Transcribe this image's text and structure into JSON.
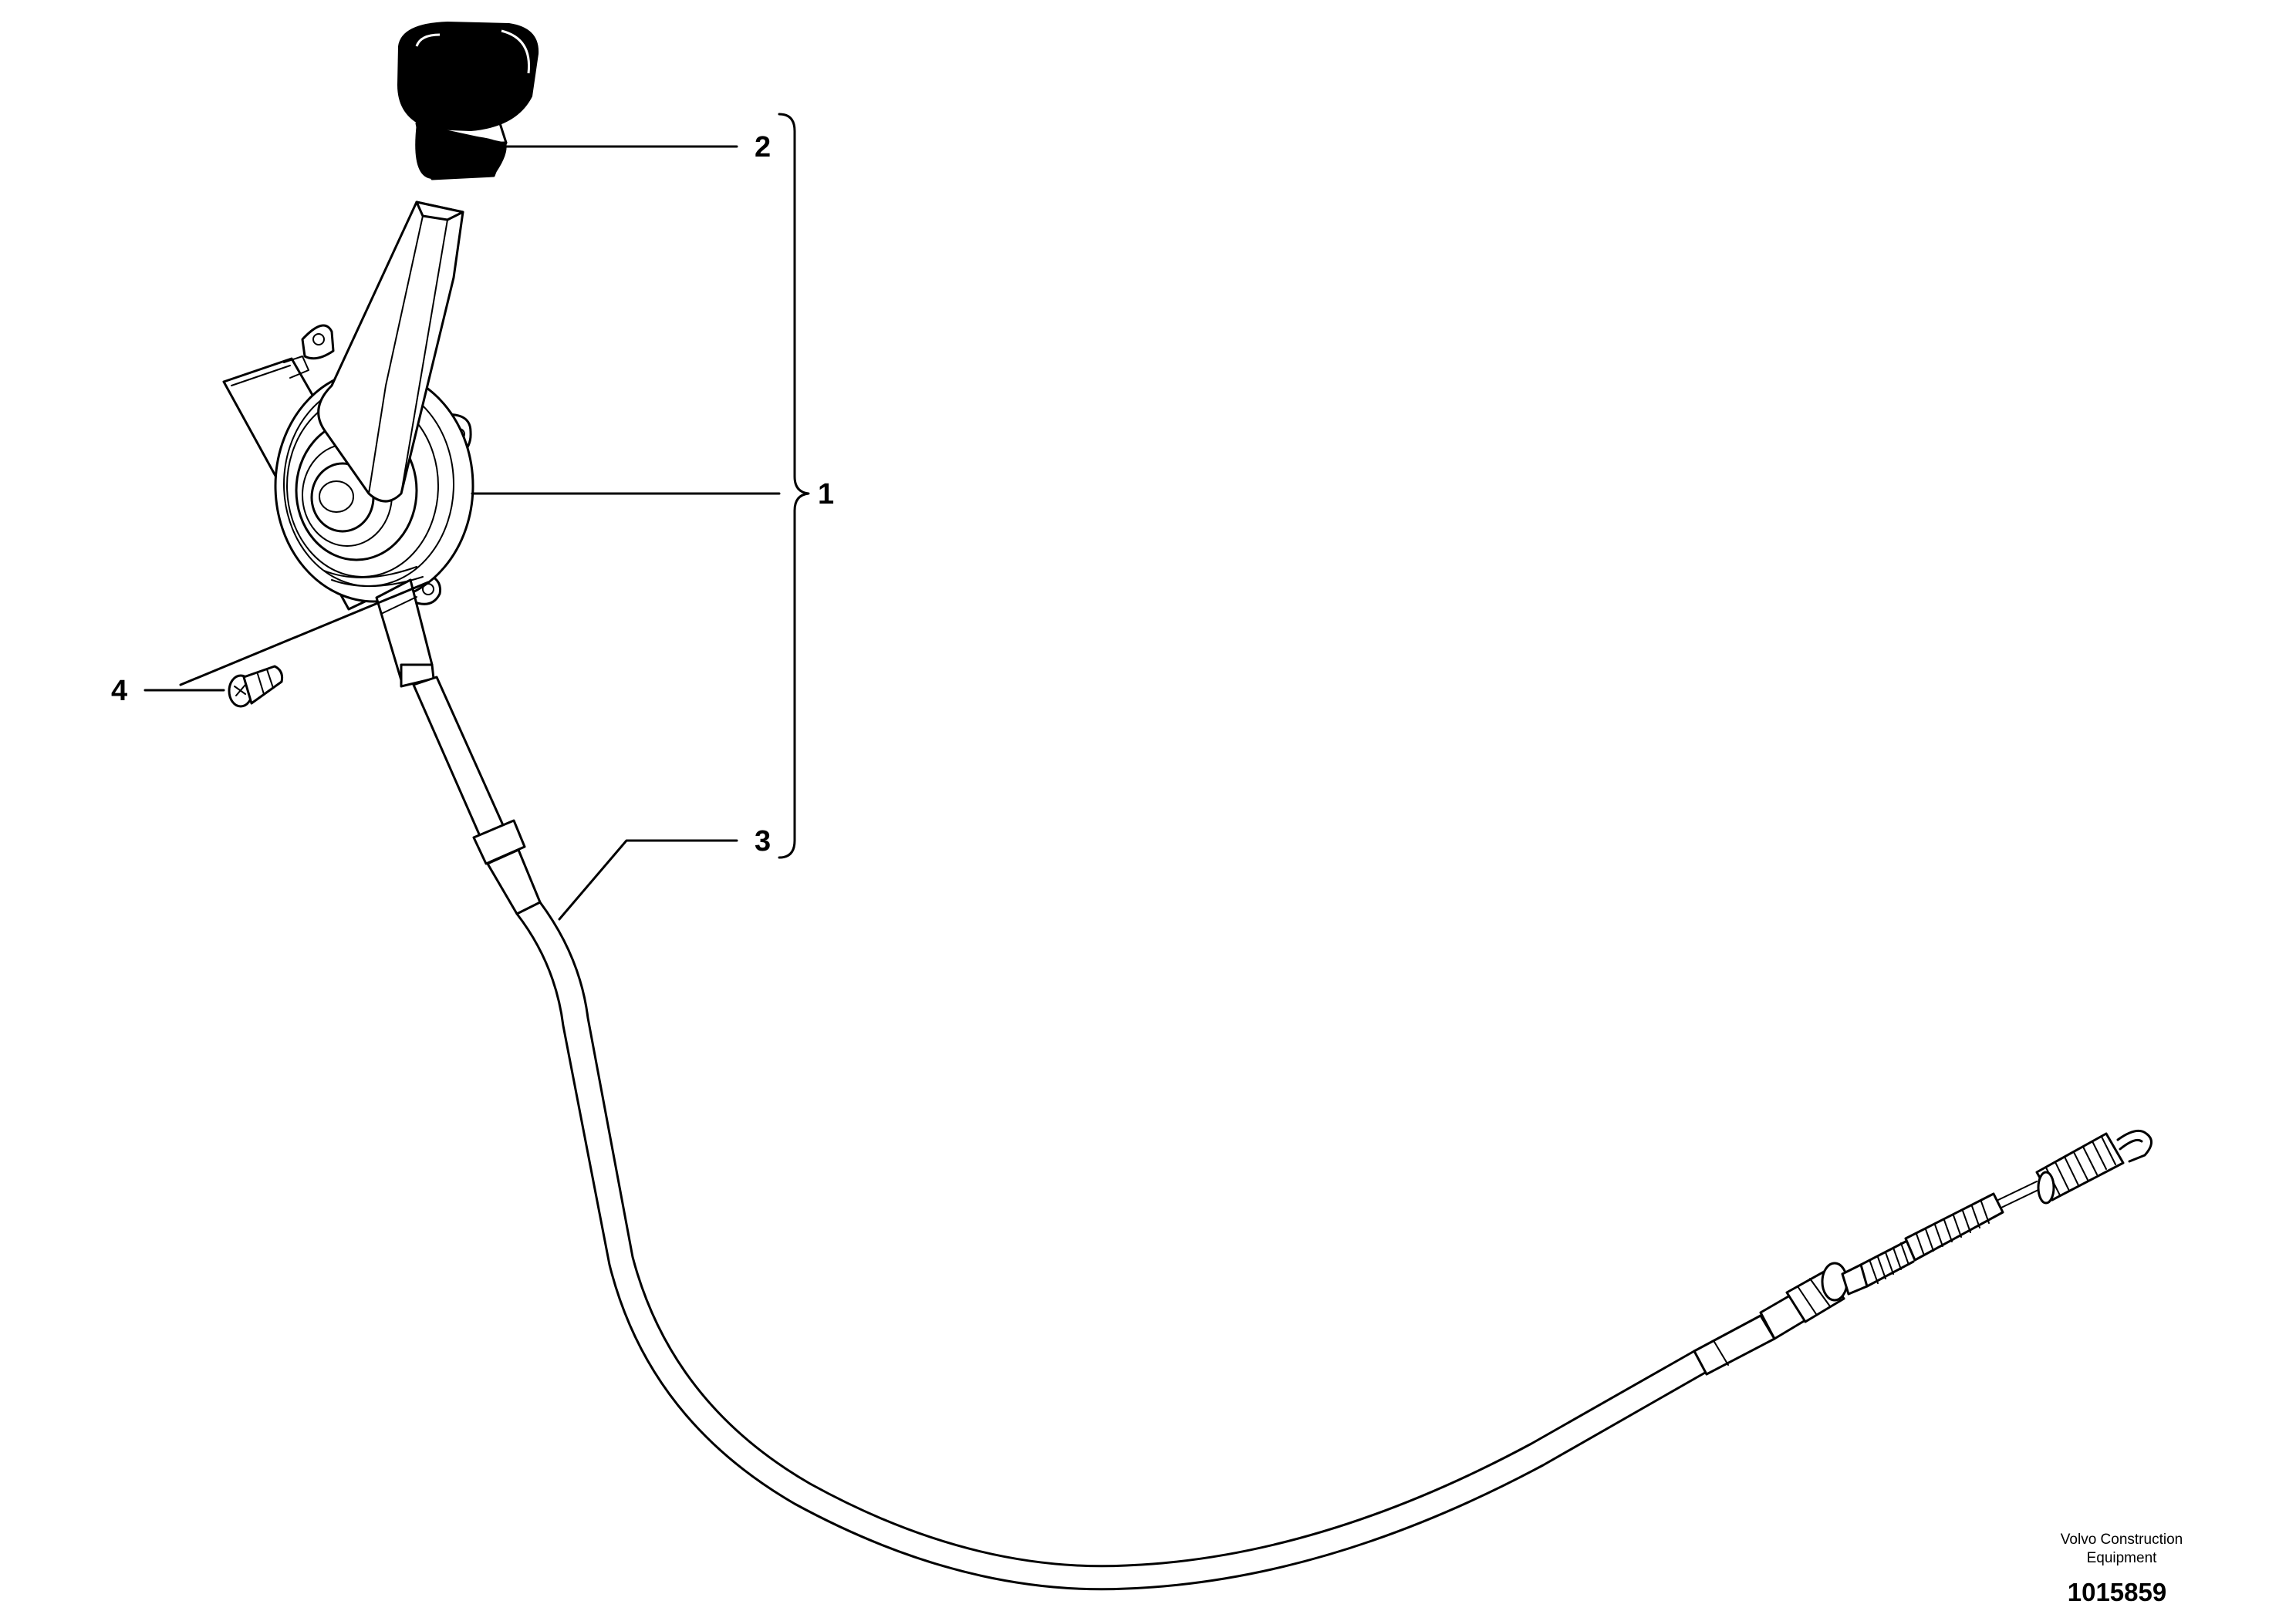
{
  "callouts": {
    "c1": "1",
    "c2": "2",
    "c3": "3",
    "c4": "4"
  },
  "branding": {
    "line1": "Volvo Construction",
    "line2": "Equipment"
  },
  "figure_number": "1015859"
}
